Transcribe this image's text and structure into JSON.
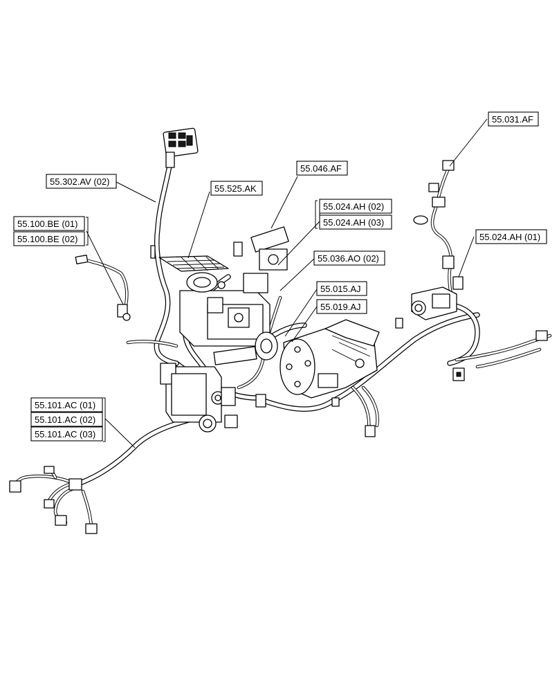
{
  "callouts": {
    "c_55_302_av_02": "55.302.AV (02)",
    "c_55_525_ak": "55.525.AK",
    "c_55_046_af": "55.046.AF",
    "c_55_024_ah_02": "55.024.AH (02)",
    "c_55_024_ah_03": "55.024.AH (03)",
    "c_55_031_af": "55.031.AF",
    "c_55_024_ah_01": "55.024.AH (01)",
    "c_55_100_be_01": "55.100.BE (01)",
    "c_55_100_be_02": "55.100.BE (02)",
    "c_55_036_ao_02": "55.036.AO (02)",
    "c_55_015_aj": "55.015.AJ",
    "c_55_019_aj": "55.019.AJ",
    "c_55_101_ac_01": "55.101.AC (01)",
    "c_55_101_ac_02": "55.101.AC (02)",
    "c_55_101_ac_03": "55.101.AC (03)"
  }
}
